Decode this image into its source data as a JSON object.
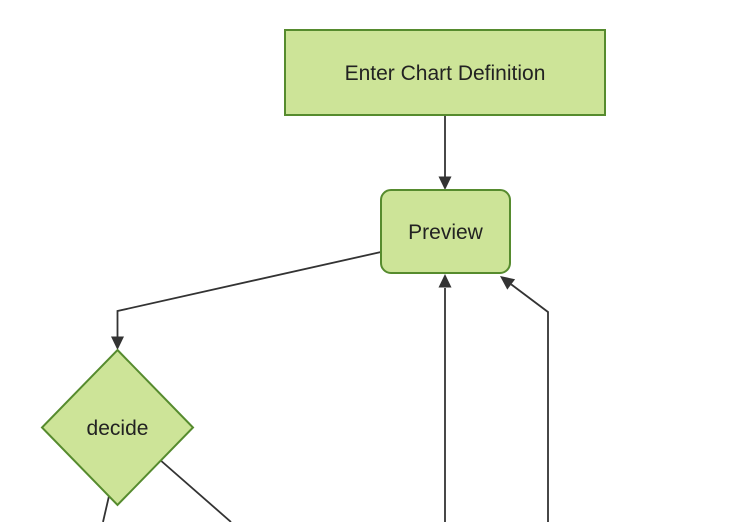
{
  "diagram": {
    "kind": "flowchart",
    "background_color": "#ffffff",
    "theme": {
      "node_fill": "#cde498",
      "node_border_color": "#568b2e",
      "edge_color": "#333333",
      "label_color": "#222222"
    },
    "nodes": [
      {
        "id": "enter-chart-definition",
        "label": "Enter Chart Definition",
        "shape": "rectangle"
      },
      {
        "id": "preview",
        "label": "Preview",
        "shape": "rounded-rectangle"
      },
      {
        "id": "decide",
        "label": "decide",
        "shape": "diamond"
      }
    ],
    "edges": [
      {
        "from": "enter-chart-definition",
        "to": "preview",
        "style": "arrow"
      },
      {
        "from": "preview",
        "to": "decide",
        "style": "arrow"
      },
      {
        "from": "offscreen-bottom",
        "to": "preview",
        "style": "arrow"
      },
      {
        "from": "offscreen-bottom-right",
        "to": "preview",
        "style": "arrow"
      },
      {
        "from": "decide",
        "to": "offscreen-bottom-left",
        "style": "line-cut-off"
      },
      {
        "from": "decide",
        "to": "offscreen-bottom-right",
        "style": "line-cut-off"
      }
    ]
  }
}
